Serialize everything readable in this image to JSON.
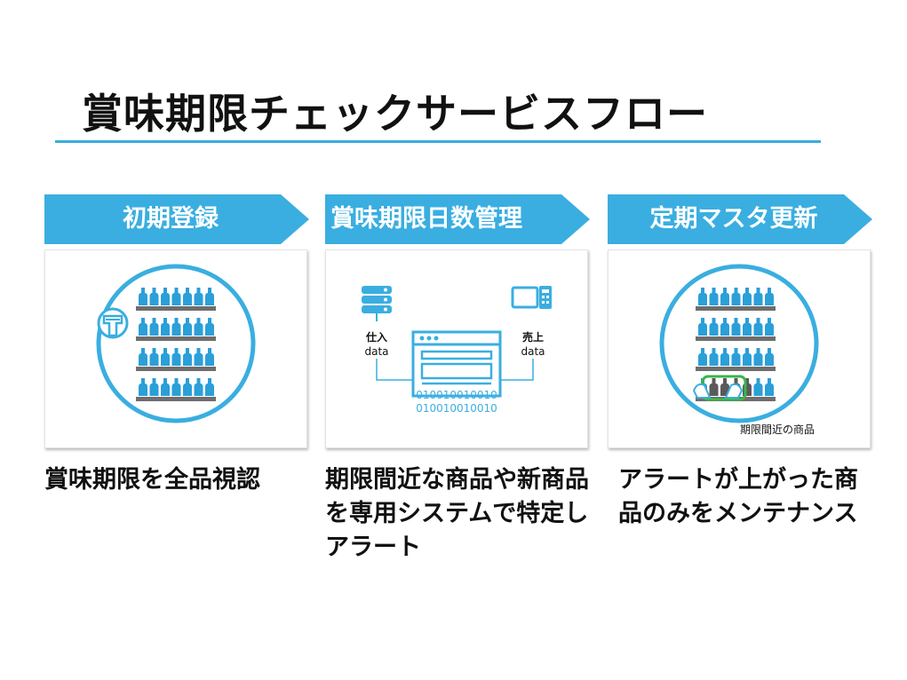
{
  "title": "賞味期限チェックサービスフロー",
  "colors": {
    "accent": "#3aaee0",
    "bottle": "#2b9fd8",
    "shelf": "#6e6e6e",
    "highlight": "#3ab54a"
  },
  "steps": [
    {
      "label": "初期登録",
      "description": "賞味期限を全品視認",
      "icons": [
        "shelf-icon",
        "hand-scanner-icon"
      ]
    },
    {
      "label": "賞味期限日数管理",
      "description": "期限間近な商品や新商品を専用システムで特定しアラート",
      "icons": [
        "server-icon",
        "pos-register-icon",
        "browser-window-icon"
      ],
      "left_data": {
        "line1": "仕入",
        "line2": "data"
      },
      "right_data": {
        "line1": "売上",
        "line2": "data"
      },
      "binary": [
        "010010010010",
        "010010010010"
      ]
    },
    {
      "label": "定期マスタ更新",
      "description": "アラートが上がった商品のみをメンテナンス",
      "icons": [
        "shelf-icon",
        "hand-pick-icon"
      ],
      "note": "期限間近の商品"
    }
  ]
}
